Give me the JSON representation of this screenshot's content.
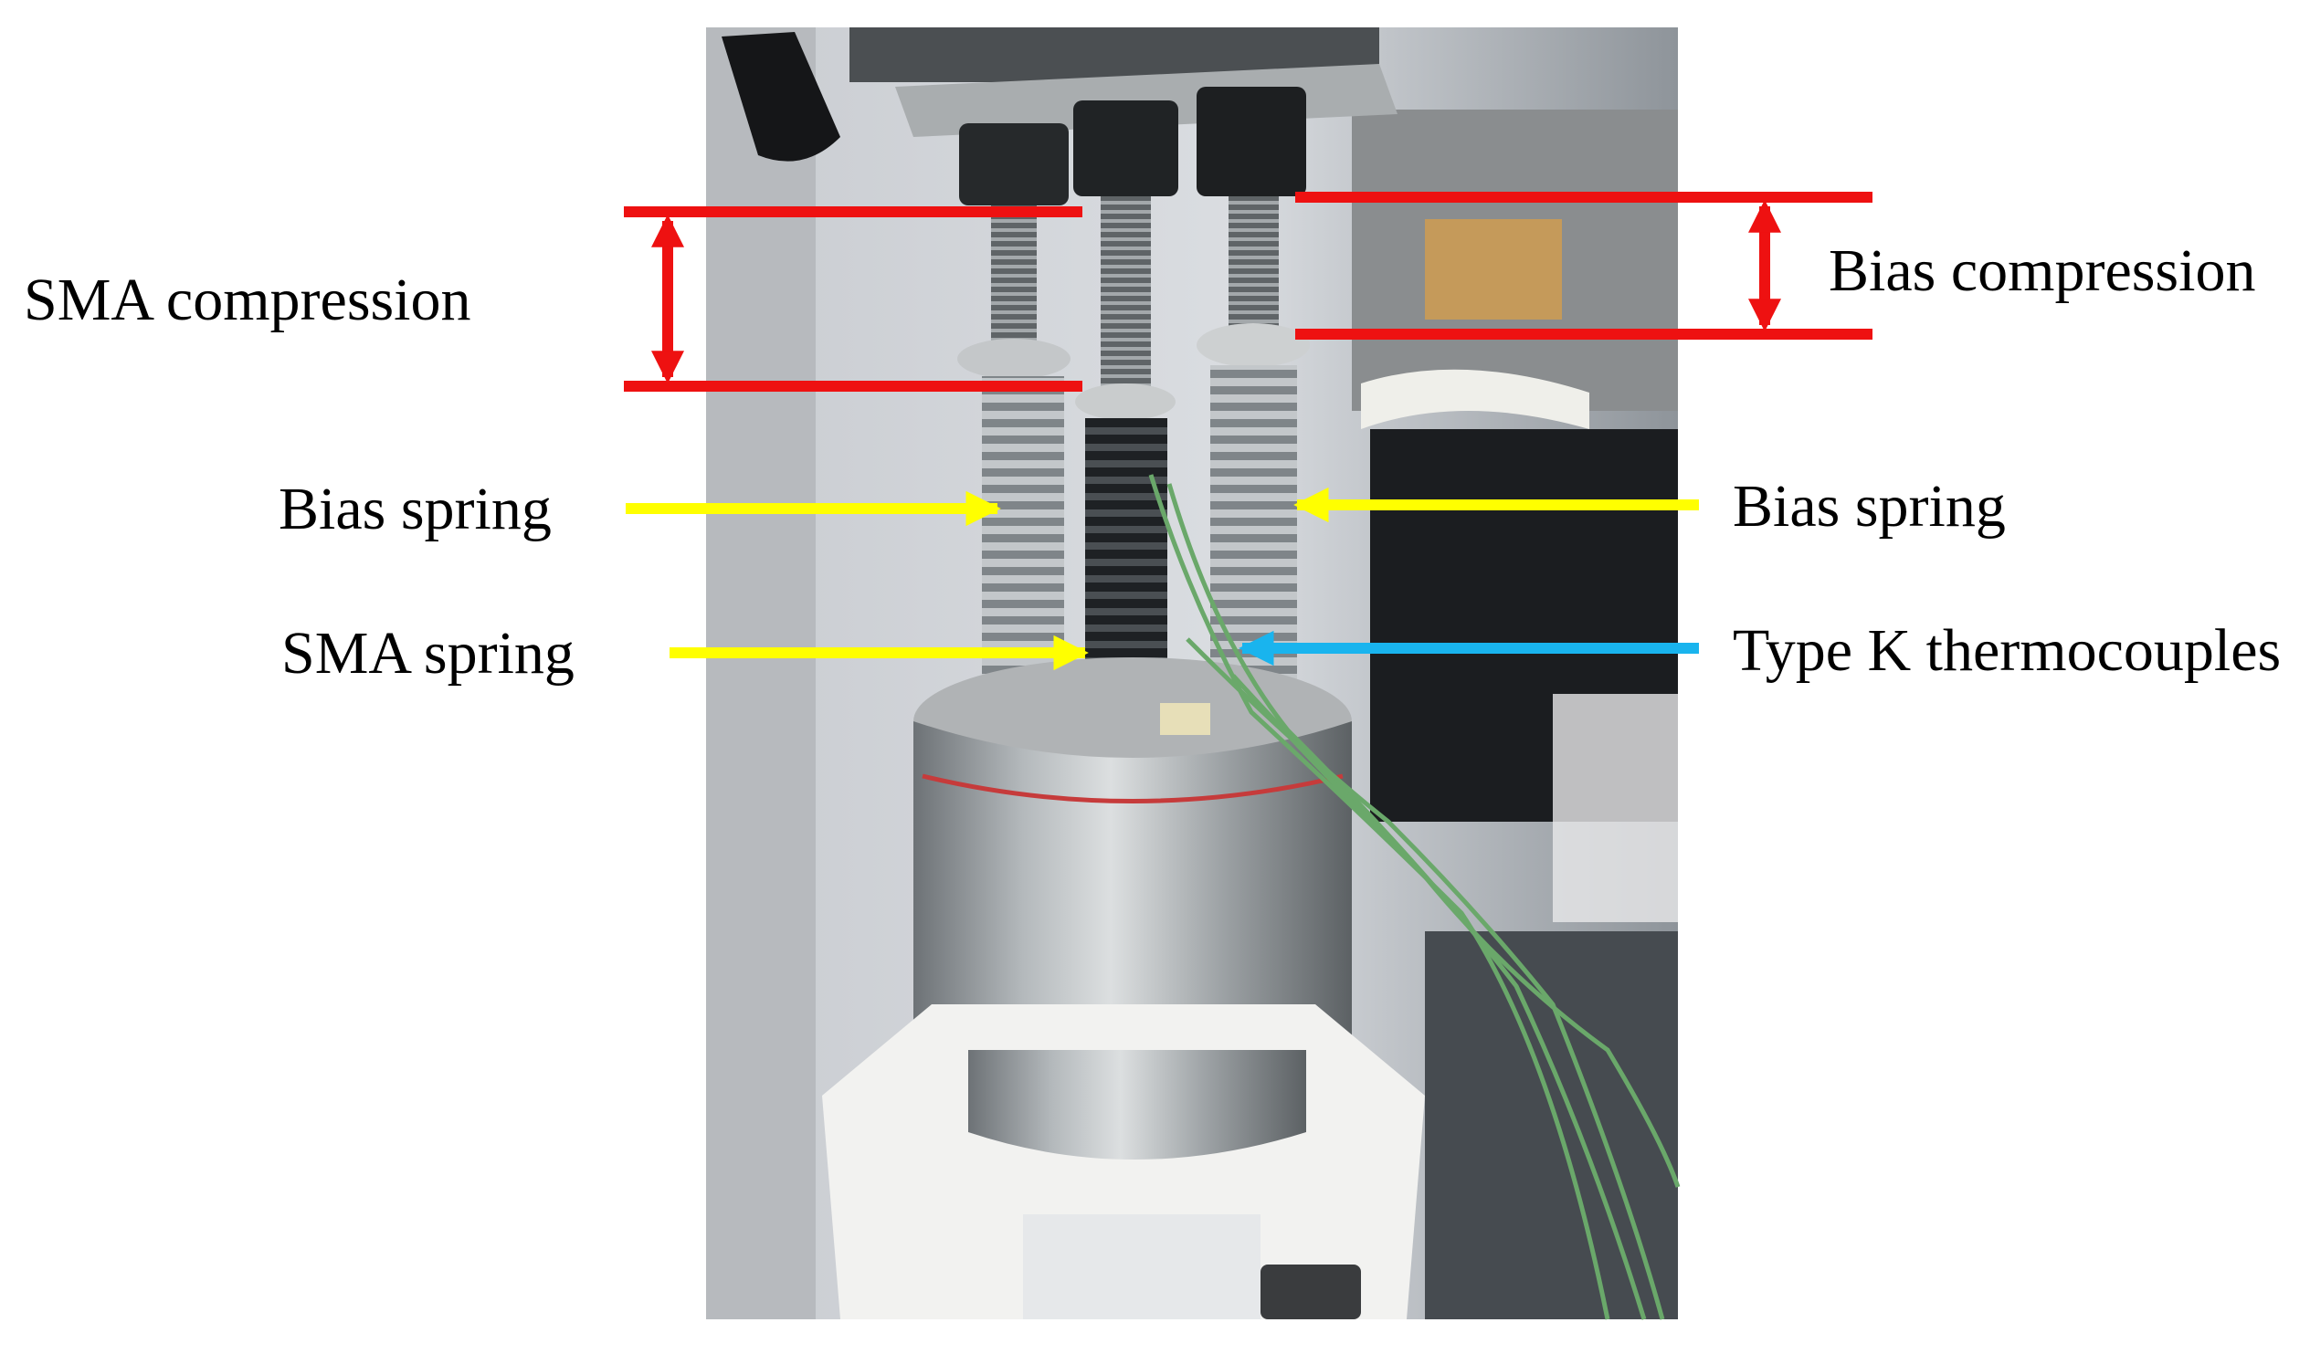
{
  "labels": {
    "sma_compression": "SMA compression",
    "bias_compression": "Bias compression",
    "bias_spring_left": "Bias spring",
    "bias_spring_right": "Bias spring",
    "sma_spring": "SMA spring",
    "thermocouples": "Type K thermocouples"
  },
  "colors": {
    "dimension_line": "#ee1111",
    "spring_arrow": "#ffff00",
    "thermocouple_arrow": "#19b4ee",
    "label_text": "#000000"
  }
}
